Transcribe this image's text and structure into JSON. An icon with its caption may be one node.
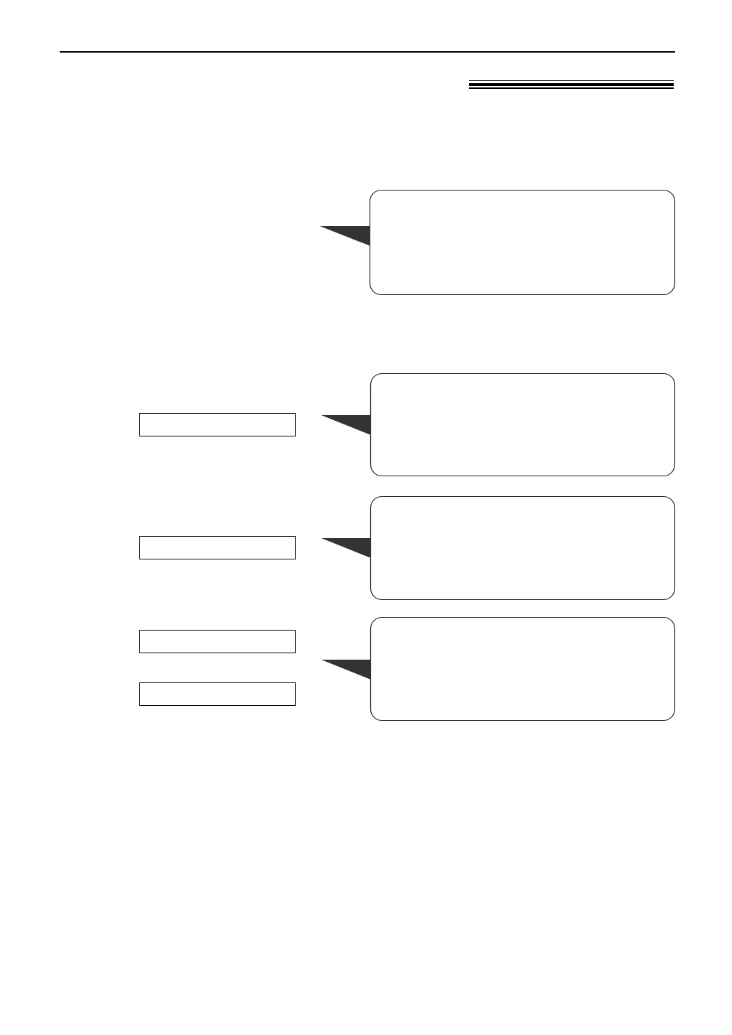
{
  "diagram": {
    "nodes": [
      {
        "text": [],
        "shape": "callout"
      },
      {
        "text": [],
        "shape": "callout"
      },
      {
        "text": [],
        "shape": "box"
      },
      {
        "text": [],
        "shape": "callout"
      },
      {
        "text": [],
        "shape": "box"
      },
      {
        "text": [],
        "shape": "callout"
      },
      {
        "text": [],
        "shape": "box"
      },
      {
        "text": [],
        "shape": "box"
      }
    ]
  }
}
